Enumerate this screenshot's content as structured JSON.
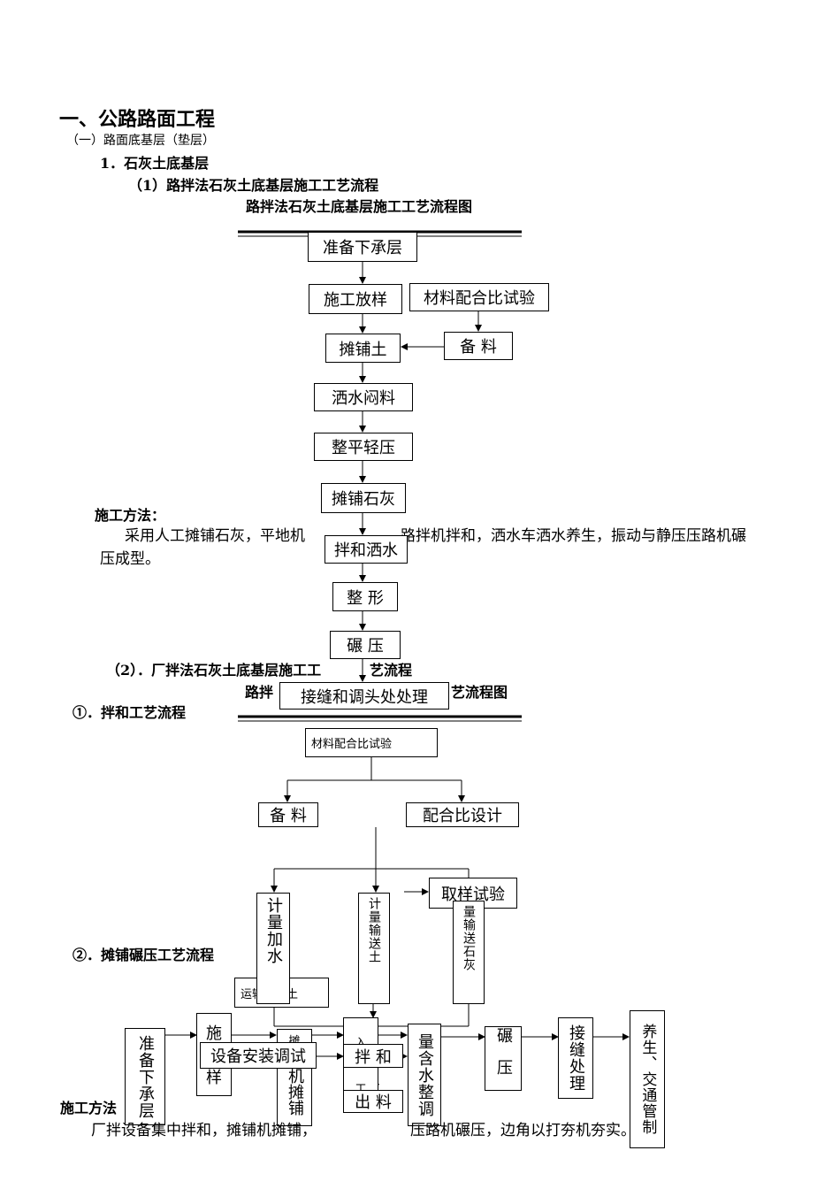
{
  "headings": {
    "h1": "一、公路路面工程",
    "h2": "（一）路面底基层（垫层）",
    "h3": "1．石灰土底基层",
    "h4_road_mix": "（1）路拌法石灰土底基层施工工艺流程",
    "chart1_title": "路拌法石灰土底基层施工工艺流程图",
    "method_label_1": "施工方法：",
    "method_text_1a": "采用人工摊铺石灰，平地机",
    "method_text_1b": "路拌机拌和，洒水车洒水养生，振动与静压压路机碾",
    "method_text_1c": "压成型。",
    "h4_plant_mix": "（2）．厂拌法石灰土底基层施工工",
    "h4_plant_mix_end": "艺流程",
    "chart2_title_left": "路拌",
    "chart2_title_right": "艺流程图",
    "sub1": "①．拌和工艺流程",
    "sub2": "②．摊铺碾压工艺流程",
    "method_label_2": "施工方法",
    "method_text_2a": "厂拌设备集中拌和，摊铺机摊铺，",
    "method_text_2b": "压路机碾压，边角以打夯机夯实。"
  },
  "flow1": {
    "prepare": "准备下承层",
    "stakeout": "施工放样",
    "mix_test": "材料配合比试验",
    "spread_soil": "摊铺土",
    "stock": "备  料",
    "water": "洒水闷料",
    "level": "整平轻压",
    "spread_lime": "摊铺石灰",
    "mix_water": "拌和洒水",
    "shape": "整  形",
    "compact": "碾  压",
    "joint": "接缝和调头处处理"
  },
  "flow2": {
    "mix_test": "材料配合比试验",
    "stock": "备  料",
    "design": "配合比设计",
    "sampling": "取样试验",
    "meter_water": "计量加水",
    "meter_soil": "计量输送土",
    "meter_lime": "量输送石灰",
    "transport": "运输",
    "transport_tail": "土"
  },
  "flow3": {
    "prepare": "准备下承层",
    "stakeout_a": "施",
    "stakeout_b": "样",
    "equipment": "设备安装调试",
    "paver_top": "摊",
    "paver": "机摊铺",
    "mix": "拌  和",
    "discharge": "出  料",
    "layer_mid": "入",
    "layer_low": "工",
    "moisture": "量含水整调",
    "roll": "碾压",
    "joint": "接缝处理",
    "cure": "养生、交通管制"
  }
}
